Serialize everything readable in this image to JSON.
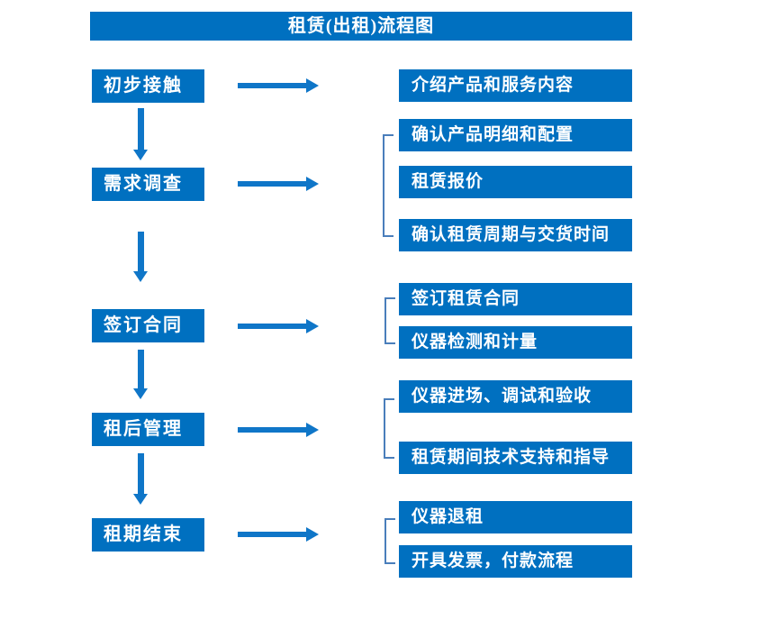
{
  "title": "租赁(出租)流程图",
  "colors": {
    "box_fill": "#0070C0",
    "arrow": "#0F76C8",
    "bracket": "#4A7EBB",
    "text": "#FFFFFF",
    "background": "#FFFFFF"
  },
  "stages": [
    {
      "label": "初步接触",
      "details": [
        "介绍产品和服务内容"
      ]
    },
    {
      "label": "需求调查",
      "details": [
        "确认产品明细和配置",
        "租赁报价",
        "确认租赁周期与交货时间"
      ]
    },
    {
      "label": "签订合同",
      "details": [
        "签订租赁合同",
        "仪器检测和计量"
      ]
    },
    {
      "label": "租后管理",
      "details": [
        "仪器进场、调试和验收",
        "租赁期间技术支持和指导"
      ]
    },
    {
      "label": "租期结束",
      "details": [
        "仪器退租",
        "开具发票，付款流程"
      ]
    }
  ]
}
